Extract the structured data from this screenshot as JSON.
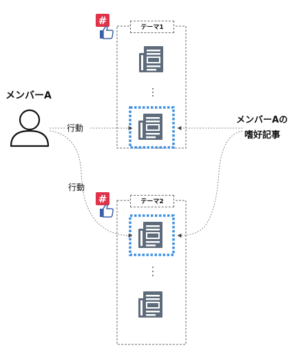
{
  "member": {
    "name": "メンバーA"
  },
  "actions": {
    "label1": "行動",
    "label2": "行動"
  },
  "preference": {
    "line1": "メンバーAの",
    "line2": "嗜好記事"
  },
  "themes": [
    {
      "label": "テーマ1"
    },
    {
      "label": "テーマ2"
    }
  ],
  "icons": {
    "person": "person-icon",
    "article": "newspaper-icon",
    "hashtag": "hashtag-like-icon"
  },
  "colors": {
    "highlight_border": "#3b8fe0",
    "article_icon": "#5d6b7a",
    "hashtag_bg": "#e0334a",
    "thumb": "#3b5fa8",
    "dotted_line": "#999999"
  }
}
